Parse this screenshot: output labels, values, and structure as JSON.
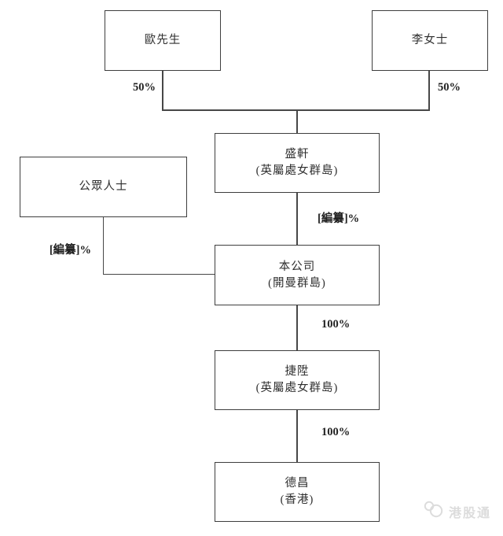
{
  "diagram": {
    "title": "shareholding-structure",
    "nodes": {
      "mr_au": {
        "name": "歐先生"
      },
      "ms_li": {
        "name": "李女士"
      },
      "shengxuan": {
        "name": "盛軒",
        "jurisdiction": "(英屬處女群島)"
      },
      "public": {
        "name": "公眾人士"
      },
      "company": {
        "name": "本公司",
        "jurisdiction": "(開曼群島)"
      },
      "jiesheng": {
        "name": "捷陞",
        "jurisdiction": "(英屬處女群島)"
      },
      "dechang": {
        "name": "德昌",
        "jurisdiction": "(香港)"
      }
    },
    "labels": {
      "au_pct": "50%",
      "li_pct": "50%",
      "shengxuan_pct": "[編纂]%",
      "public_pct": "[編纂]%",
      "company_pct": "100%",
      "jiesheng_pct": "100%"
    },
    "watermark": {
      "text": "港股通"
    },
    "colors": {
      "background": "#ffffff",
      "box_border": "#3e3e3e",
      "line": "#474747",
      "text": "#2e2e2e",
      "watermark": "#dcdcdc"
    }
  }
}
